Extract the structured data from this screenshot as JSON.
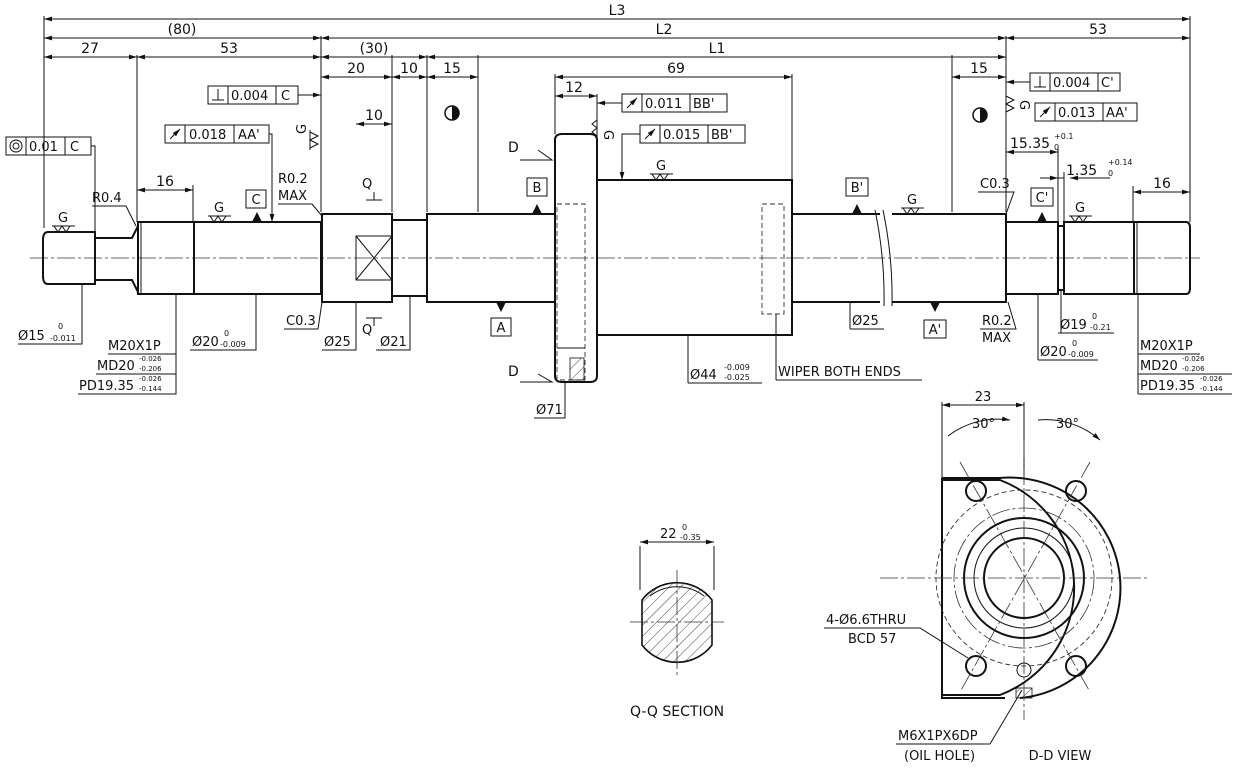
{
  "dims": {
    "L3": "L3",
    "L2": "L2",
    "L1": "L1",
    "d80": "(80)",
    "d30": "(30)",
    "d27": "27",
    "d53a": "53",
    "d53b": "53",
    "d20": "20",
    "d10a": "10",
    "d15a": "15",
    "d12": "12",
    "d69": "69",
    "d15b": "15",
    "d10b": "10",
    "d16a": "16",
    "d16b": "16",
    "d23": "23",
    "d1535": "15.35",
    "d1535_tol_up": "+0.1",
    "d1535_tol_lo": "0",
    "d135": "1.35",
    "d135_tol_up": "+0.14",
    "d135_tol_lo": "0"
  },
  "tolerance_frames": {
    "conc": {
      "value": "0.01",
      "datum": "C"
    },
    "perp_left": {
      "value": "0.004",
      "datum": "C"
    },
    "runout_left": {
      "value": "0.018",
      "datum": "AA'"
    },
    "runout_bb1": {
      "value": "0.011",
      "datum": "BB'"
    },
    "runout_bb2": {
      "value": "0.015",
      "datum": "BB'"
    },
    "perp_right": {
      "value": "0.004",
      "datum": "C'"
    },
    "runout_right": {
      "value": "0.013",
      "datum": "AA'"
    }
  },
  "datums": {
    "A": "A",
    "A2": "A'",
    "B": "B",
    "B2": "B'",
    "C": "C",
    "C2": "C'"
  },
  "surface": {
    "g": "G"
  },
  "labels": {
    "r04": "R0.4",
    "r02_l": "R0.2",
    "max_l": "MAX",
    "r02_r": "R0.2",
    "max_r": "MAX",
    "c03_l": "C0.3",
    "c03_r": "C0.3",
    "q1": "Q",
    "q2": "Q",
    "d1": "D",
    "d2": "D",
    "phi15": "Ø15",
    "phi15_tol_up": "0",
    "phi15_tol_lo": "-0.011",
    "m20_l": "M20X1P",
    "md20_l": "MD20",
    "md20_l_up": "-0.026",
    "md20_l_lo": "-0.206",
    "pd_l": "PD19.35",
    "pd_l_up": "-0.026",
    "pd_l_lo": "-0.144",
    "phi20_l": "Ø20",
    "phi20_l_up": "0",
    "phi20_l_lo": "-0.009",
    "phi25_l": "Ø25",
    "phi21": "Ø21",
    "phi71": "Ø71",
    "phi44": "Ø44",
    "phi44_up": "-0.009",
    "phi44_lo": "-0.025",
    "wiper": "WIPER BOTH ENDS",
    "phi25_r": "Ø25",
    "phi19": "Ø19",
    "phi19_up": "0",
    "phi19_lo": "-0.21",
    "phi20_r": "Ø20",
    "phi20_r_up": "0",
    "phi20_r_lo": "-0.009",
    "m20_r": "M20X1P",
    "md20_r": "MD20",
    "md20_r_up": "-0.026",
    "md20_r_lo": "-0.206",
    "pd_r": "PD19.35",
    "pd_r_up": "-0.026",
    "pd_r_lo": "-0.144"
  },
  "section_qq": {
    "dim": "22",
    "dim_up": "0",
    "dim_lo": "-0.35",
    "title": "Q-Q SECTION"
  },
  "view_dd": {
    "dim23": "23",
    "ang1": "30°",
    "ang2": "30°",
    "holes": "4-Ø6.6THRU",
    "bcd": "BCD 57",
    "oil": "M6X1PX6DP",
    "oil2": "(OIL HOLE)",
    "title": "D-D VIEW"
  }
}
